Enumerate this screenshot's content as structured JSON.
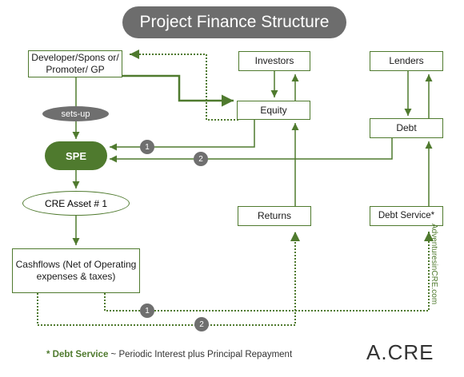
{
  "title": "Project Finance Structure",
  "nodes": {
    "developer": "Developer/Spons or/ Promoter/ GP",
    "investors": "Investors",
    "lenders": "Lenders",
    "equity": "Equity",
    "debt": "Debt",
    "sets_up": "sets-up",
    "spe": "SPE",
    "cre_asset": "CRE Asset # 1",
    "returns": "Returns",
    "debt_service": "Debt Service*",
    "cashflows": "Cashflows (Net of Operating expenses & taxes)"
  },
  "step_markers": [
    "1",
    "2",
    "1",
    "2"
  ],
  "side_text": "AdventuresinCRE.com",
  "footnote": {
    "star_label": "* Debt Service",
    "text": " ~ Periodic Interest plus Principal Repayment"
  },
  "logo": "A.CRE",
  "colors": {
    "accent_green": "#4f7a2e",
    "grey": "#6f6f6f"
  }
}
